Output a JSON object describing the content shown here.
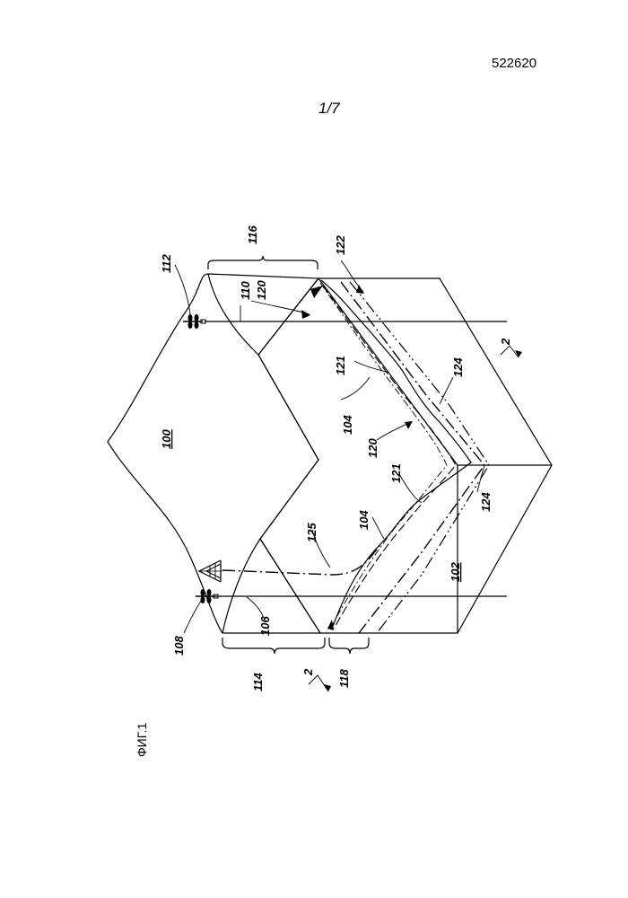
{
  "header": {
    "document_number": "522620",
    "sheet_number": "1/7"
  },
  "figure": {
    "caption": "ФИГ.1",
    "labels": {
      "l100": "100",
      "l102": "102",
      "l104a": "104",
      "l104b": "104",
      "l106": "106",
      "l108": "108",
      "l110": "110",
      "l112": "112",
      "l114": "114",
      "l116": "116",
      "l118": "118",
      "l120a": "120",
      "l120b": "120",
      "l121a": "121",
      "l121b": "121",
      "l122": "122",
      "l124a": "124",
      "l124b": "124",
      "l125": "125",
      "l2a": "2",
      "l2b": "2"
    },
    "icons": [
      "wellhead-icon",
      "drilling-rig-icon"
    ]
  }
}
